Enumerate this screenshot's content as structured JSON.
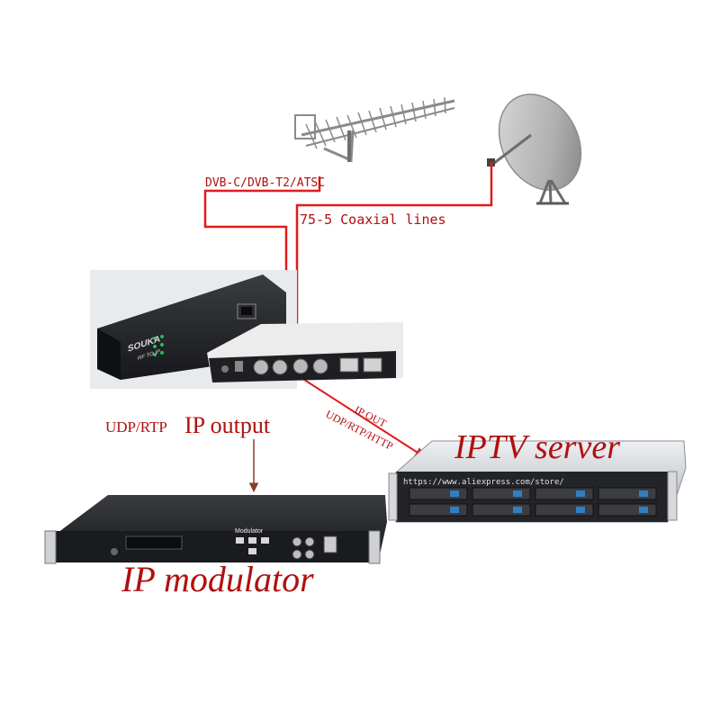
{
  "labels": {
    "rf_input": "DVB-C/DVB-T2/ATSC",
    "coaxial": "75-5 Coaxial lines",
    "udp_rtp": "UDP/RTP",
    "ip_output": "IP output",
    "ip_out": "IP OUT",
    "udp_rtp_http": "UDP/RTP/HTTP",
    "iptv_server": "IPTV server",
    "ip_modulator": "IP modulator"
  },
  "device_gateway": {
    "brand": "SOUKA",
    "model": "RF TO IP"
  },
  "device_modulator": {
    "panel_label": "Modulator"
  },
  "device_server": {
    "watermark": "https://www.aliexpress.com/store/"
  },
  "colors": {
    "label": "#b01010",
    "line": "#e21b1b",
    "arrow_brown": "#8a3a2a",
    "device_dark": "#1c1d20",
    "server_silver": "#c9ccd1",
    "accent_blue": "#2f7fc2"
  }
}
